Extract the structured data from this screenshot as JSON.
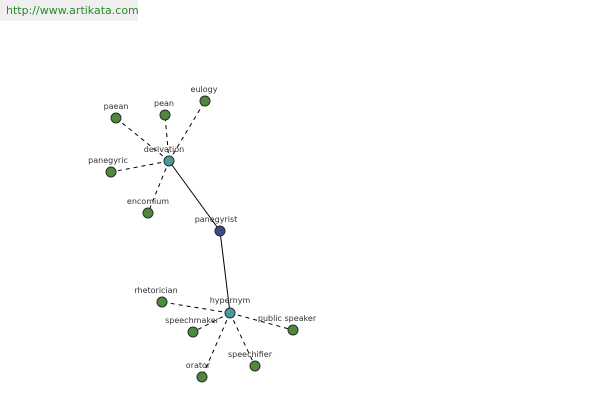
{
  "watermark": {
    "text": "http://www.artikata.com"
  },
  "colors": {
    "leaf": "#4f8a3c",
    "hub": "#4a9a9c",
    "center": "#3a4a8a",
    "watermark_text": "#2a8a2a"
  },
  "graph": {
    "nodes": [
      {
        "id": "panegyrist",
        "label": "panegyrist",
        "kind": "center"
      },
      {
        "id": "derivation",
        "label": "derivation",
        "kind": "hub"
      },
      {
        "id": "hypernym",
        "label": "hypernym",
        "kind": "hub"
      },
      {
        "id": "paean",
        "label": "paean",
        "kind": "leaf"
      },
      {
        "id": "pean",
        "label": "pean",
        "kind": "leaf"
      },
      {
        "id": "eulogy",
        "label": "eulogy",
        "kind": "leaf"
      },
      {
        "id": "panegyric",
        "label": "panegyric",
        "kind": "leaf"
      },
      {
        "id": "encomium",
        "label": "encomium",
        "kind": "leaf"
      },
      {
        "id": "rhetorician",
        "label": "rhetorician",
        "kind": "leaf"
      },
      {
        "id": "speechmaker",
        "label": "speechmaker",
        "kind": "leaf"
      },
      {
        "id": "public-speaker",
        "label": "public speaker",
        "kind": "leaf"
      },
      {
        "id": "speechifier",
        "label": "speechifier",
        "kind": "leaf"
      },
      {
        "id": "orator",
        "label": "orator",
        "kind": "leaf"
      }
    ],
    "edges": [
      {
        "from": "panegyrist",
        "to": "derivation",
        "style": "solid"
      },
      {
        "from": "panegyrist",
        "to": "hypernym",
        "style": "solid"
      },
      {
        "from": "derivation",
        "to": "paean",
        "style": "dashed"
      },
      {
        "from": "derivation",
        "to": "pean",
        "style": "dashed"
      },
      {
        "from": "derivation",
        "to": "eulogy",
        "style": "dashed"
      },
      {
        "from": "derivation",
        "to": "panegyric",
        "style": "dashed"
      },
      {
        "from": "derivation",
        "to": "encomium",
        "style": "dashed"
      },
      {
        "from": "hypernym",
        "to": "rhetorician",
        "style": "dashed"
      },
      {
        "from": "hypernym",
        "to": "speechmaker",
        "style": "dashed"
      },
      {
        "from": "hypernym",
        "to": "public-speaker",
        "style": "dashed"
      },
      {
        "from": "hypernym",
        "to": "speechifier",
        "style": "dashed"
      },
      {
        "from": "hypernym",
        "to": "orator",
        "style": "dashed"
      }
    ]
  }
}
